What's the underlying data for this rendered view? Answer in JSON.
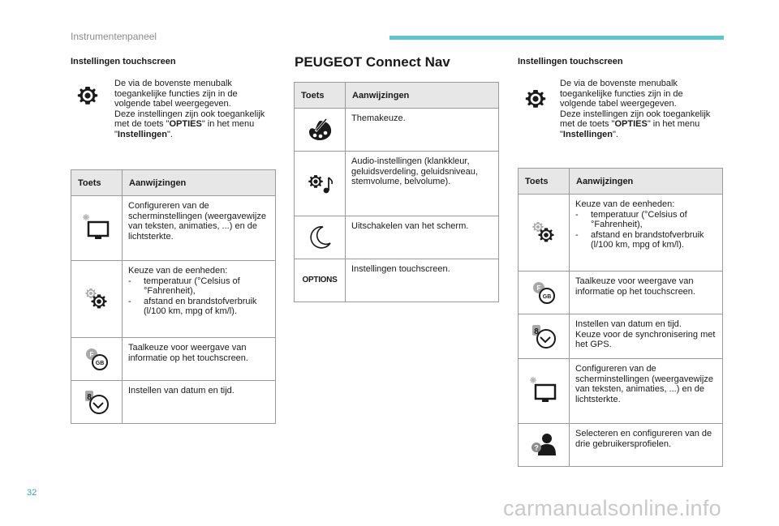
{
  "header": {
    "section": "Instrumentenpaneel",
    "accent_color": "#5fc4cb"
  },
  "page_number": "32",
  "watermark": "carmanualsonline.info",
  "left": {
    "title": "Instellingen touchscreen",
    "intro_icon": "gear-icon",
    "intro_pre": "De via de bovenste menubalk toegankelijke functies zijn in de volgende tabel weergegeven.",
    "intro_line2_pre": "Deze instellingen zijn ook toegankelijk met de toets \"",
    "intro_bold1": "OPTIES",
    "intro_mid": "\" in het menu \"",
    "intro_bold2": "Instellingen",
    "intro_end": "\".",
    "col_toets": "Toets",
    "col_aanwijzingen": "Aanwijzingen",
    "rows": [
      {
        "icon": "brightness-monitor-icon",
        "text": "Configureren van de scherminstellingen (weergavewijze van teksten, animaties, ...) en de lichtsterkte."
      },
      {
        "icon": "gears-icon",
        "text": "Keuze van de eenheden:",
        "items": [
          "temperatuur (°Celsius of °Fahrenheit),",
          "afstand en brandstofverbruik (l/100 km, mpg of km/l)."
        ]
      },
      {
        "icon": "language-icon",
        "text": "Taalkeuze voor weergave van informatie op het touchscreen."
      },
      {
        "icon": "clock-icon",
        "text": "Instellen van datum en tijd."
      }
    ]
  },
  "middle": {
    "title": "PEUGEOT Connect Nav",
    "col_toets": "Toets",
    "col_aanwijzingen": "Aanwijzingen",
    "rows": [
      {
        "icon": "palette-icon",
        "text": "Themakeuze."
      },
      {
        "icon": "audio-settings-icon",
        "text": "Audio-instellingen (klankkleur, geluidsverdeling, geluidsniveau, stemvolume, belvolume)."
      },
      {
        "icon": "moon-icon",
        "text": "Uitschakelen van het scherm."
      },
      {
        "icon": "options-label-icon",
        "label": "OPTIONS",
        "text": "Instellingen touchscreen."
      }
    ]
  },
  "right": {
    "title": "Instellingen touchscreen",
    "intro_icon": "gear-icon",
    "intro_pre": "De via de bovenste menubalk toegankelijke functies zijn in de volgende tabel weergegeven.",
    "intro_line2_pre": "Deze instellingen zijn ook toegankelijk met de toets \"",
    "intro_bold1": "OPTIES",
    "intro_mid": "\" in het menu \"",
    "intro_bold2": "Instellingen",
    "intro_end": "\".",
    "col_toets": "Toets",
    "col_aanwijzingen": "Aanwijzingen",
    "rows": [
      {
        "icon": "gears-icon",
        "text": "Keuze van de eenheden:",
        "items": [
          "temperatuur (°Celsius of °Fahrenheit),",
          "afstand en brandstofverbruik (l/100 km, mpg of km/l)."
        ]
      },
      {
        "icon": "language-icon",
        "text": "Taalkeuze voor weergave van informatie op het touchscreen."
      },
      {
        "icon": "clock-icon",
        "text": "Instellen van datum en tijd.",
        "text2": "Keuze voor de synchronisering met het GPS."
      },
      {
        "icon": "brightness-monitor-icon",
        "text": "Configureren van de scherminstellingen (weergavewijze van teksten, animaties, ...) en de lichtsterkte."
      },
      {
        "icon": "user-profile-icon",
        "text": "Selecteren en configureren van de drie gebruikersprofielen."
      }
    ]
  }
}
